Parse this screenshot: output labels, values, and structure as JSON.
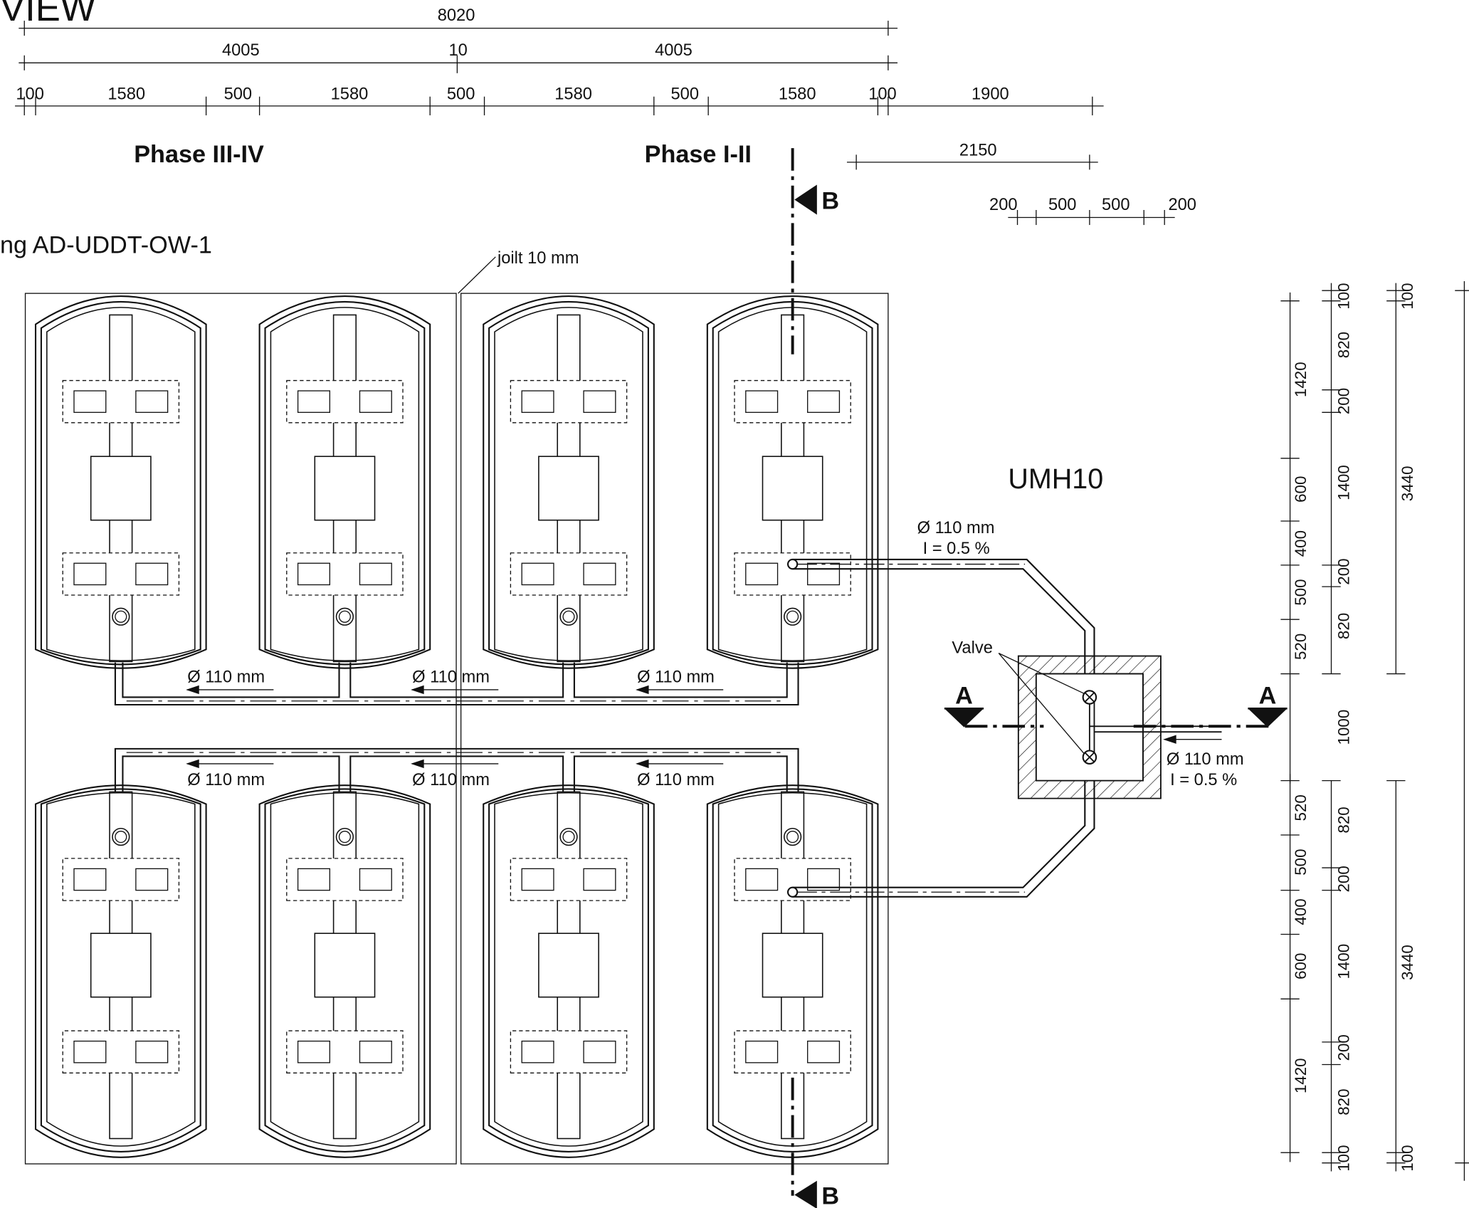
{
  "view_title": "VIEW",
  "drawing_ref": "ng AD-UDDT-OW-1",
  "phases": {
    "right": "Phase I-II",
    "left": "Phase III-IV"
  },
  "joint_label": "joilt 10 mm",
  "manhole_label": "UMH10",
  "valve_label": "Valve",
  "section_a": "A",
  "section_b": "B",
  "pipe_labels": {
    "collector": "Ø 110 mm",
    "to_manhole_diameter": "Ø 110 mm",
    "to_manhole_slope": "I = 0.5 %",
    "outlet_diameter": "Ø 110 mm",
    "outlet_slope": "I = 0.5 %"
  },
  "top_dimensions": {
    "overall": "8020",
    "half_left": "4005",
    "gap": "10",
    "half_right": "4005",
    "units": [
      "100",
      "1580",
      "500",
      "1580",
      "500",
      "1580",
      "500",
      "1580",
      "100",
      "1900"
    ],
    "manhole_width": "2150",
    "manhole_parts": [
      "200",
      "500",
      "500",
      "200"
    ]
  },
  "side_dimensions": {
    "upper_col1": [
      "1420",
      "600",
      "400",
      "500",
      "520"
    ],
    "upper_col2": [
      "100",
      "820",
      "200",
      "1400",
      "200",
      "820"
    ],
    "upper_col3": [
      "100",
      "3440"
    ],
    "middle": "1000",
    "lower_col1": [
      "520",
      "500",
      "400",
      "600",
      "1420"
    ],
    "lower_col2": [
      "820",
      "200",
      "1400",
      "200",
      "820",
      "100"
    ],
    "lower_col3": [
      "3440",
      "100"
    ]
  }
}
